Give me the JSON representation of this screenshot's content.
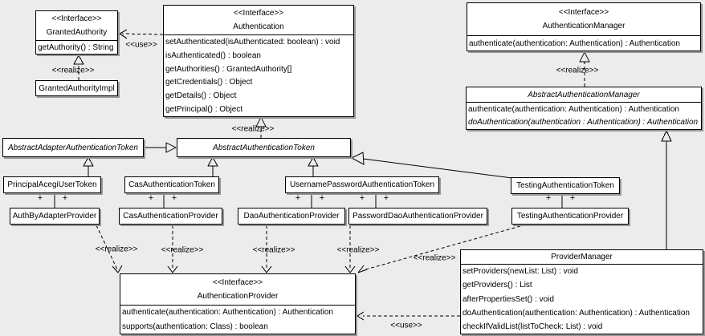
{
  "labels": {
    "use": "&lt;&lt;use&gt;&gt;",
    "realize": "&lt;&lt;realize&gt;&gt;",
    "plus": "+",
    "interface_stereotype": "<<Interface>>"
  },
  "classes": {
    "granted_authority": {
      "stereotype": "<<Interface>>",
      "name": "GrantedAuthority",
      "methods": [
        "getAuthority() : String"
      ]
    },
    "granted_authority_impl": {
      "name": "GrantedAuthorityImpl"
    },
    "authentication": {
      "stereotype": "<<Interface>>",
      "name": "Authentication",
      "methods": [
        "setAuthenticated(isAuthenticated: boolean) : void",
        "isAuthenticated() : boolean",
        "getAuthorities() : GrantedAuthority[]",
        "getCredentials() : Object",
        "getDetails() : Object",
        "getPrincipal() : Object"
      ]
    },
    "authentication_manager": {
      "stereotype": "<<Interface>>",
      "name": "AuthenticationManager",
      "methods": [
        "authenticate(authentication: Authentication) : Authentication"
      ]
    },
    "abstract_authentication_manager": {
      "name": "AbstractAuthenticationManager",
      "methods": [
        "authenticate(authentication: Authentication) : Authentication",
        "doAuthentication(authentication : Authentication) : Authentication"
      ]
    },
    "abstract_adapter_authentication_token": {
      "name": "AbstractAdapterAuthenticationToken"
    },
    "abstract_authentication_token": {
      "name": "AbstractAuthenticationToken"
    },
    "principal_acegi_user_token": {
      "name": "PrincipalAcegiUserToken"
    },
    "cas_authentication_token": {
      "name": "CasAuthenticationToken"
    },
    "username_password_authentication_token": {
      "name": "UsernamePasswordAuthenticationToken"
    },
    "testing_authentication_token": {
      "name": "TestingAuthenticationToken"
    },
    "auth_by_adapter_provider": {
      "name": "AuthByAdapterProvider"
    },
    "cas_authentication_provider": {
      "name": "CasAuthenticationProvider"
    },
    "dao_authentication_provider": {
      "name": "DaoAuthenticationProvider"
    },
    "password_dao_authentication_provider": {
      "name": "PasswordDaoAuthenticationProvider"
    },
    "testing_authentication_provider": {
      "name": "TestingAuthenticationProvider"
    },
    "authentication_provider": {
      "stereotype": "<<Interface>>",
      "name": "AuthenticationProvider",
      "methods": [
        "authenticate(authentication: Authentication) : Authentication",
        "supports(authentication: Class) : boolean"
      ]
    },
    "provider_manager": {
      "name": "ProviderManager",
      "methods": [
        "setProviders(newList: List) : void",
        "getProviders() : List",
        "afterPropertiesSet() : void",
        "doAuthentication(authentication: Authentication) : Authentication",
        "checkIfValidList(listToCheck: List) : void"
      ]
    }
  },
  "edge_label_text": {
    "use": "<<use>>",
    "realize": "<<realize>>",
    "plus": "+"
  },
  "colors": {
    "background": "#ececec",
    "box_fill": "#ffffff",
    "line": "#000000",
    "shadow": "#979797"
  }
}
